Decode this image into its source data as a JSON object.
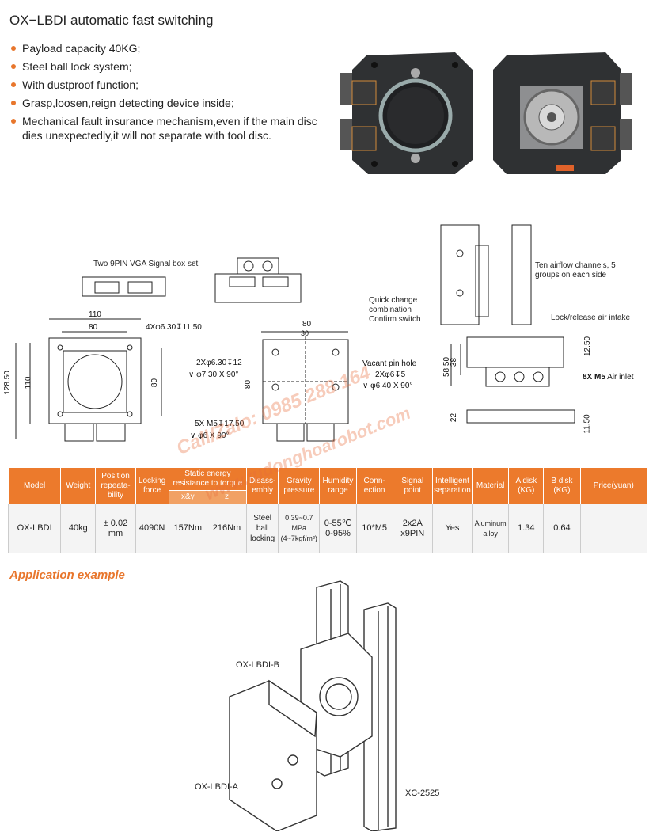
{
  "title": "OX−LBDI automatic fast switching",
  "features": [
    "Payload capacity 40KG;",
    "Steel ball lock system;",
    "With dustproof function;",
    "Grasp,loosen,reign detecting device inside;",
    "Mechanical fault insurance mechanism,even if the main disc dies unexpectedly,it will not separate with tool disc."
  ],
  "drawing": {
    "signal_box_label": "Two 9PIN VGA Signal box set",
    "top_width": "110",
    "inner_width": "80",
    "height_outer": "128.50",
    "height_inner": "110",
    "height_right": "80",
    "hole_spec": "4Xφ6.30↧11.50",
    "side_width": "80",
    "side_inner": "30",
    "side_height": "80",
    "side_hole1": "2Xφ6.30↧12",
    "side_hole1b": "∨ φ7.30 X 90°",
    "side_hole2": "5X M5↧17.50",
    "side_hole2b": "∨ φ6 X 90°",
    "vacant_pin": "Vacant pin hole",
    "vacant_pin_b": "2Xφ6↧5",
    "vacant_pin_c": "∨ φ6.40 X 90°",
    "quick_change": "Quick change combination Confirm switch",
    "airflow": "Ten airflow channels, 5 groups on each side",
    "lock_release": "Lock/release air intake",
    "dim_58": "58.50",
    "dim_38": "38",
    "dim_12": "12.50",
    "air_inlet_a": "8X M5",
    "air_inlet_b": "Air inlet",
    "dim_22": "22",
    "dim_11": "11.50"
  },
  "table": {
    "headers": [
      "Model",
      "Weight",
      "Position repeata-bility",
      "Locking force",
      "Static energy resistance to torque",
      "Disass-embly",
      "Gravity pressure",
      "Humidity range",
      "Conn-ection",
      "Signal point",
      "Intelligent separation",
      "Material",
      "A disk",
      "B disk",
      "Price(yuan)"
    ],
    "disk_unit": "(KG)",
    "subheaders": [
      "x&y",
      "z"
    ],
    "row": [
      "OX-LBDI",
      "40kg",
      "± 0.02 mm",
      "4090N",
      "157Nm",
      "216Nm",
      "Steel ball locking",
      "0.39~0.7 MPa (4~7kgf/m²)",
      "0-55℃ 0-95%",
      "10*M5",
      "2x2A x9PIN",
      "Yes",
      "Aluminum alloy",
      "1.34",
      "0.64",
      ""
    ]
  },
  "watermark": {
    "line1": "Call/Zalo: 0985 288 164",
    "line2": "www.tudonghoarobot.com"
  },
  "application": {
    "title": "Application example",
    "label_b": "OX-LBDI-B",
    "label_a": "OX-LBDI-A",
    "label_xc": "XC-2525"
  },
  "colors": {
    "accent": "#ec7a2c",
    "body_dark": "#2f3133"
  }
}
